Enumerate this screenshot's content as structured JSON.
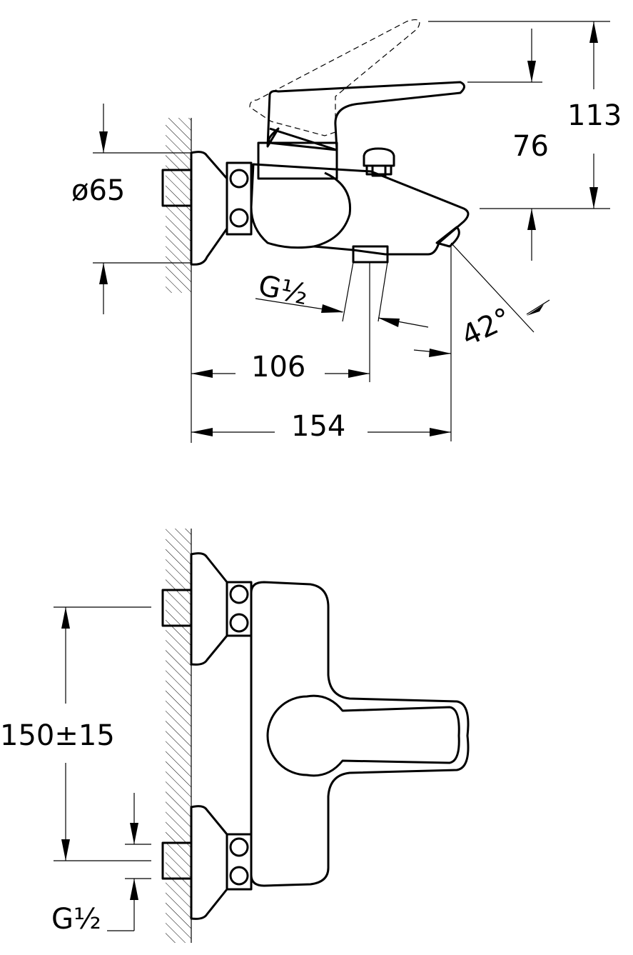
{
  "side_view": {
    "dim_total_height": "113",
    "dim_spout_height": "76",
    "dim_escutcheon_diameter": "ø65",
    "dim_inlet_thread": "G½",
    "dim_diverter_offset": "106",
    "dim_projection": "154",
    "dim_spout_angle": "42°"
  },
  "front_view": {
    "dim_inlet_centers": "150±15",
    "dim_inlet_thread": "G½"
  }
}
